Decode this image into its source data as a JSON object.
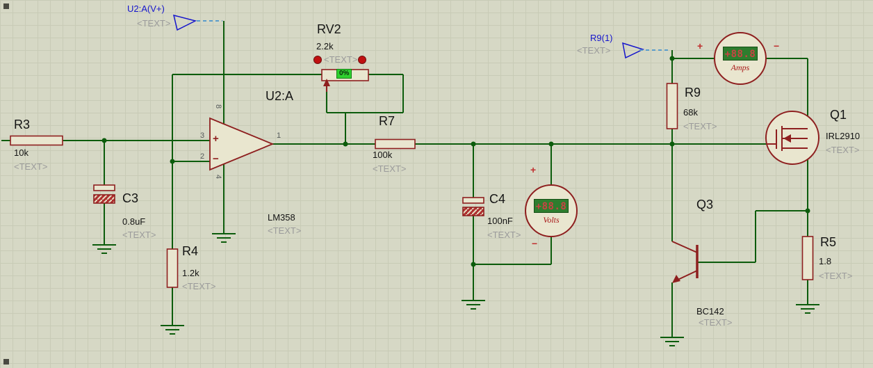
{
  "palette": {
    "background": "#d6d8c5",
    "grid_line": "#c8cbb6",
    "wire_green": "#0c5c0c",
    "component_maroon": "#8e1f1f",
    "body_fill": "#e9e6cf",
    "placeholder_gray": "#9b9b9b",
    "net_label_blue": "#1515cc",
    "lcd_green": "#2e7d2e",
    "lcd_digits_red": "#c94343",
    "pot_dot_red": "#c01010"
  },
  "net_labels": {
    "vplus": {
      "label": "U2:A(V+)",
      "text": "<TEXT>"
    },
    "r9_pin1": {
      "label": "R9(1)",
      "text": "<TEXT>"
    }
  },
  "components": {
    "R3": {
      "ref": "R3",
      "value": "10k",
      "text": "<TEXT>"
    },
    "C3": {
      "ref": "C3",
      "value": "0.8uF",
      "text": "<TEXT>"
    },
    "R4": {
      "ref": "R4",
      "value": "1.2k",
      "text": "<TEXT>"
    },
    "RV2": {
      "ref": "RV2",
      "value": "2.2k",
      "text": "<TEXT>",
      "wiper_position": "0%"
    },
    "U2A": {
      "ref": "U2:A",
      "value": "LM358",
      "text": "<TEXT>",
      "plus_sign": "+",
      "minus_sign": "−",
      "pin_in_plus": "3",
      "pin_in_minus": "2",
      "pin_out": "1",
      "pin_vplus": "8",
      "pin_vminus": "4"
    },
    "R7": {
      "ref": "R7",
      "value": "100k",
      "text": "<TEXT>"
    },
    "C4": {
      "ref": "C4",
      "value": "100nF",
      "text": "<TEXT>"
    },
    "R9": {
      "ref": "R9",
      "value": "68k",
      "text": "<TEXT>"
    },
    "Q1": {
      "ref": "Q1",
      "value": "IRL2910",
      "text": "<TEXT>"
    },
    "Q3": {
      "ref": "Q3",
      "value": "BC142",
      "text": "<TEXT>"
    },
    "R5": {
      "ref": "R5",
      "value": "1.8",
      "text": "<TEXT>"
    },
    "voltmeter": {
      "display": "+88.8",
      "unit": "Volts",
      "plus": "+",
      "minus": "−"
    },
    "ammeter": {
      "display": "+88.8",
      "unit": "Amps",
      "plus": "+",
      "minus": "−"
    }
  }
}
